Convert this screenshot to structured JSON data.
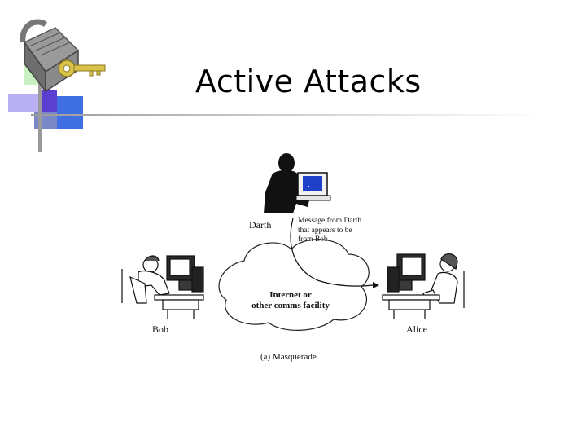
{
  "slide": {
    "title": "Active Attacks"
  },
  "diagram": {
    "attacker_label": "Darth",
    "sender_label": "Bob",
    "receiver_label": "Alice",
    "message_lines": [
      "Message from Darth",
      "that appears to be",
      "from Bob"
    ],
    "network_lines": [
      "Internet or",
      "other comms facility"
    ],
    "caption": "(a) Masquerade"
  },
  "colors": {
    "background": "#ffffff",
    "accent_purple": "#5a3fd1",
    "accent_blue": "#3f6fe0",
    "accent_lavender": "#b8b0f0",
    "accent_green": "#c8f0c0",
    "key_gold": "#d8c24a"
  },
  "icons": [
    "padlock-icon",
    "key-icon"
  ]
}
